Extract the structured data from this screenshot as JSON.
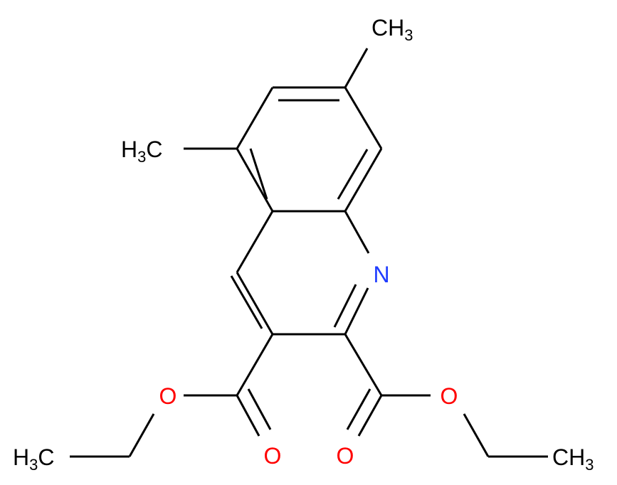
{
  "molecule": {
    "atoms": {
      "nitrogen": "N",
      "o_ester_left": "O",
      "o_carbonyl_left": "O",
      "o_carbonyl_right": "O",
      "o_ester_right": "O"
    },
    "groups": {
      "ch3_top": {
        "main": "CH",
        "sub": "3"
      },
      "h3c_left": {
        "pre": "H",
        "sub": "3",
        "post": "C"
      },
      "h3c_bottom_left": {
        "pre": "H",
        "sub": "3",
        "post": "C"
      },
      "ch3_bottom_right": {
        "main": "CH",
        "sub": "3"
      }
    },
    "colors": {
      "bond": "#000000",
      "carbon_text": "#000000",
      "nitrogen": "#1f3cff",
      "oxygen": "#ff0000"
    }
  }
}
